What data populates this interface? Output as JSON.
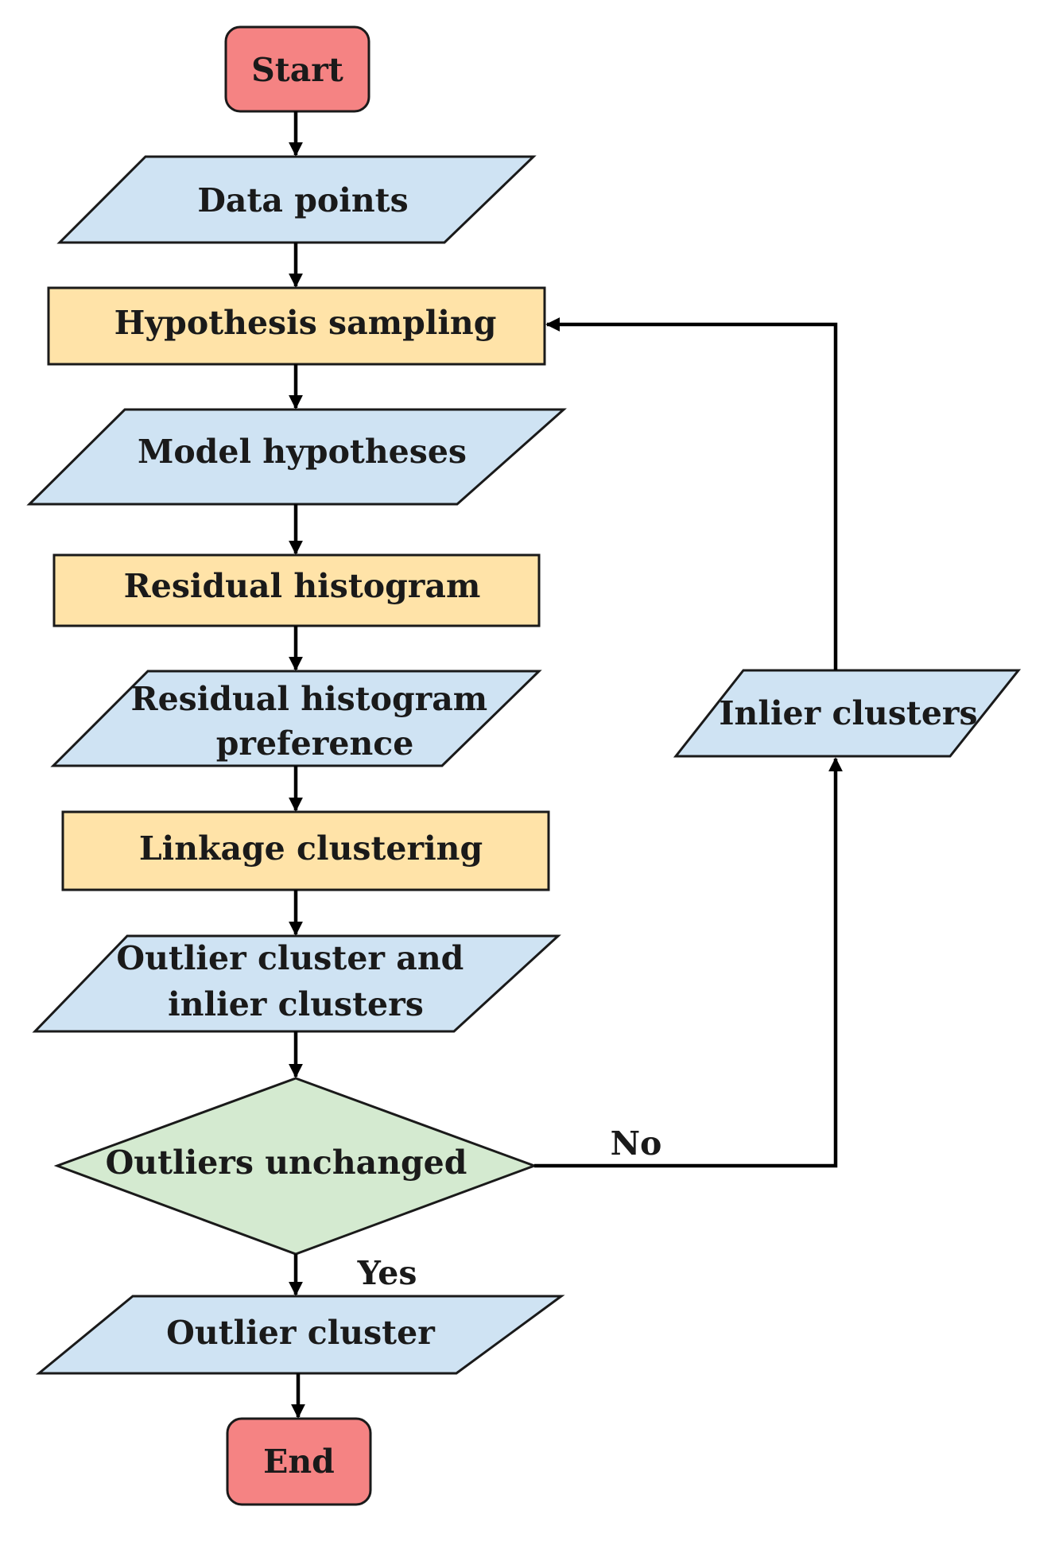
{
  "colors": {
    "terminal": "#f58383",
    "data": "#cfe3f3",
    "process": "#ffe3a8",
    "decision": "#d4ead0",
    "stroke": "#1a1a1a"
  },
  "nodes": {
    "start": {
      "lines": [
        "Start"
      ]
    },
    "data_points": {
      "lines": [
        "Data points"
      ]
    },
    "hypothesis_sampling": {
      "lines": [
        "Hypothesis sampling"
      ]
    },
    "model_hypotheses": {
      "lines": [
        "Model hypotheses"
      ]
    },
    "residual_histogram": {
      "lines": [
        "Residual histogram"
      ]
    },
    "residual_histogram_preference": {
      "lines": [
        "Residual histogram",
        "preference"
      ]
    },
    "linkage_clustering": {
      "lines": [
        "Linkage clustering"
      ]
    },
    "outlier_and_inlier_clusters": {
      "lines": [
        "Outlier cluster and",
        "inlier clusters"
      ]
    },
    "outliers_unchanged": {
      "lines": [
        "Outliers unchanged"
      ]
    },
    "outlier_cluster": {
      "lines": [
        "Outlier cluster"
      ]
    },
    "end": {
      "lines": [
        "End"
      ]
    },
    "inlier_clusters": {
      "lines": [
        "Inlier clusters"
      ]
    }
  },
  "edges": {
    "no_label": "No",
    "yes_label": "Yes"
  }
}
